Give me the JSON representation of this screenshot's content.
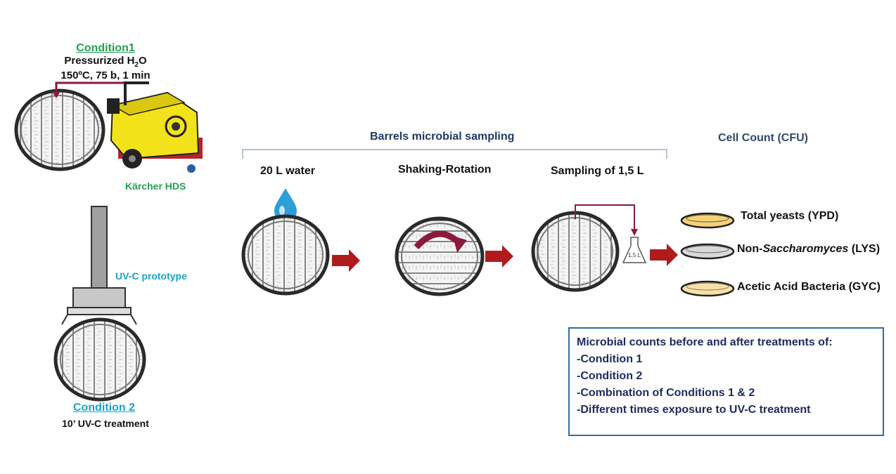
{
  "condition1": {
    "title": "Condition1",
    "line1_prefix": "Pressurized H",
    "line1_sub": "2",
    "line1_suffix": "O",
    "line2": "150ºC, 75 b, 1 min",
    "device_label": "Kärcher HDS"
  },
  "condition2": {
    "title": "Condition 2",
    "subtitle": "10’ UV-C treatment",
    "device_label": "UV-C prototype"
  },
  "sampling": {
    "title": "Barrels microbial sampling",
    "steps": [
      "20 L water",
      "Shaking-Rotation",
      "Sampling of 1,5 L"
    ],
    "flask_label": "1,5 L"
  },
  "cell_count": {
    "title": "Cell Count (CFU)",
    "plates": [
      {
        "pre": "Total yeasts (YPD)",
        "italic": "",
        "post": "",
        "fill": "#f3d27a"
      },
      {
        "pre": "Non-",
        "italic": "Saccharomyces",
        "post": " (LYS)",
        "fill": "#d9d9d9"
      },
      {
        "pre": "Acetic Acid Bacteria (GYC)",
        "italic": "",
        "post": "",
        "fill": "#f8e1a8"
      }
    ]
  },
  "summary": {
    "heading": "Microbial counts before and after treatments of:",
    "items": [
      "-Condition 1",
      "-Condition 2",
      "-Combination of Conditions 1 & 2",
      "-Different times exposure to UV-C treatment"
    ]
  },
  "colors": {
    "arrow": "#b01c1c",
    "pipe": "#8b1a3a",
    "machine": "#f2e21a",
    "accent_green": "#22a052",
    "accent_cyan": "#1aa3c8",
    "navy": "#1f3864"
  }
}
